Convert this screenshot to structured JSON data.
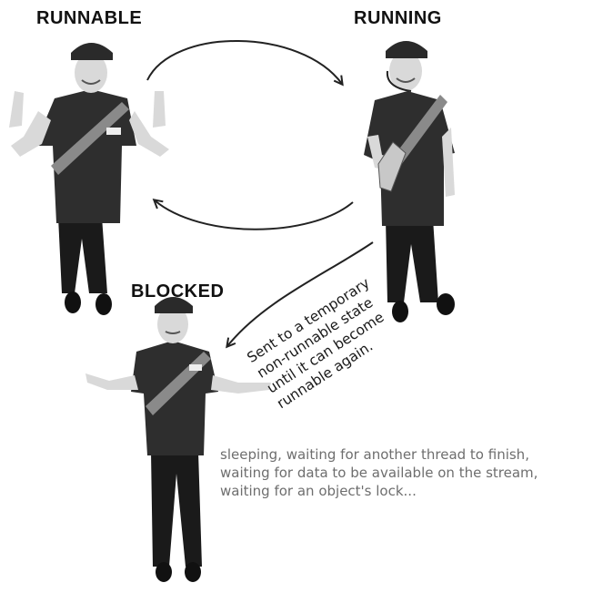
{
  "states": {
    "runnable": "RUNNABLE",
    "running": "RUNNING",
    "blocked": "BLOCKED"
  },
  "annotation_transition": {
    "lines": [
      "Sent to a temporary",
      "non-runnable state",
      "until it can become",
      "runnable again."
    ]
  },
  "annotation_blocked": {
    "lines": [
      "sleeping, waiting for another thread to finish,",
      "waiting for data to be available on the stream,",
      "waiting for an object's lock..."
    ]
  },
  "colors": {
    "shirt": "#2e2e2e",
    "pants": "#1a1a1a",
    "skin": "#d9d9d9",
    "sash": "#8a8a8a",
    "handwriting": "#6e6e6e"
  }
}
